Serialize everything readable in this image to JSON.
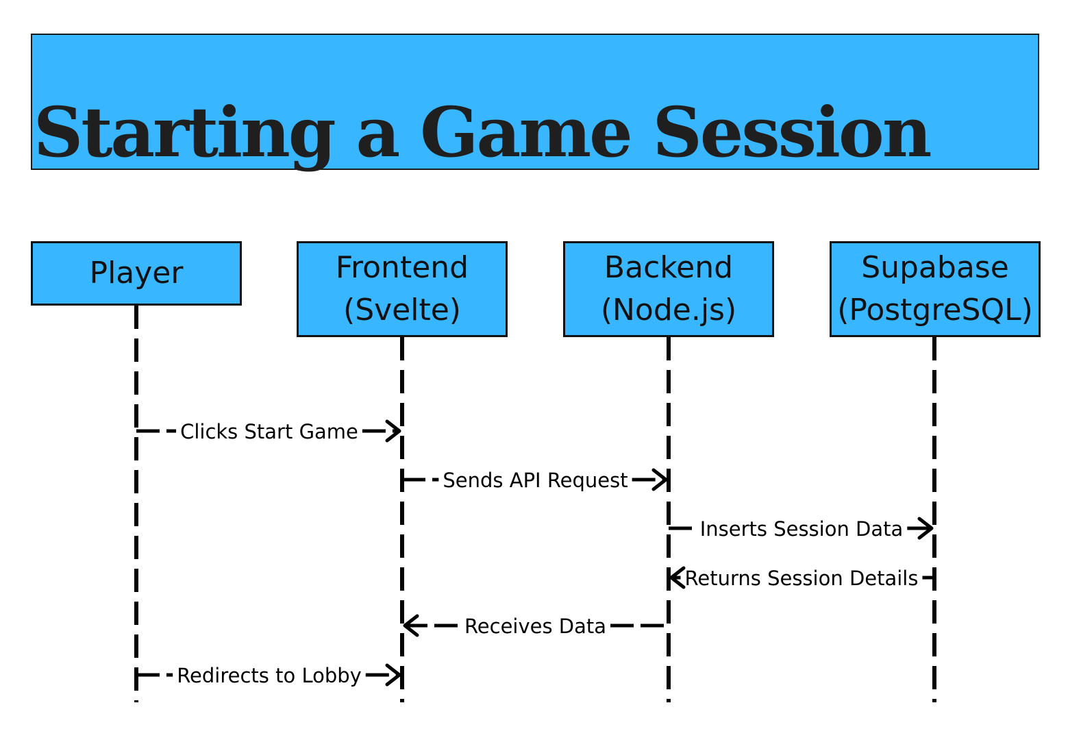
{
  "title": "Starting a Game Session",
  "colors": {
    "box_fill": "#38b6ff",
    "line": "#000000",
    "title_text": "#1f1f1f"
  },
  "participants": [
    {
      "id": "player",
      "line1": "Player",
      "line2": ""
    },
    {
      "id": "frontend",
      "line1": "Frontend",
      "line2": "(Svelte)"
    },
    {
      "id": "backend",
      "line1": "Backend",
      "line2": "(Node.js)"
    },
    {
      "id": "supabase",
      "line1": "Supabase",
      "line2": "(PostgreSQL)"
    }
  ],
  "messages": [
    {
      "from": "player",
      "to": "frontend",
      "label": "Clicks Start Game"
    },
    {
      "from": "frontend",
      "to": "backend",
      "label": "Sends API Request"
    },
    {
      "from": "backend",
      "to": "supabase",
      "label": "Inserts Session Data"
    },
    {
      "from": "supabase",
      "to": "backend",
      "label": "Returns Session Details"
    },
    {
      "from": "backend",
      "to": "frontend",
      "label": "Receives Data"
    },
    {
      "from": "player",
      "to": "frontend",
      "label": "Redirects to Lobby"
    }
  ]
}
